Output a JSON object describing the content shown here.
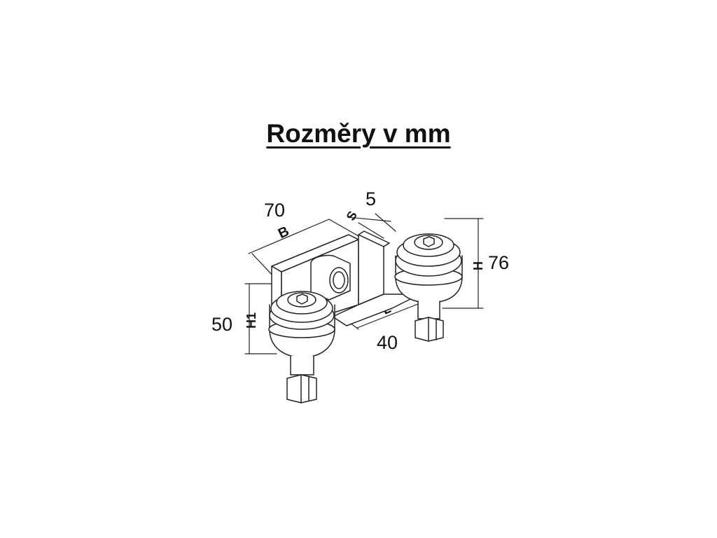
{
  "title": "Rozměry v mm",
  "dimensions": {
    "width": "70",
    "thickness": "5",
    "height_right": "76",
    "height_left": "50",
    "length": "40"
  },
  "symbols": {
    "width": "B",
    "thickness": "S",
    "height": "H",
    "height_low": "H1",
    "length": "L"
  }
}
